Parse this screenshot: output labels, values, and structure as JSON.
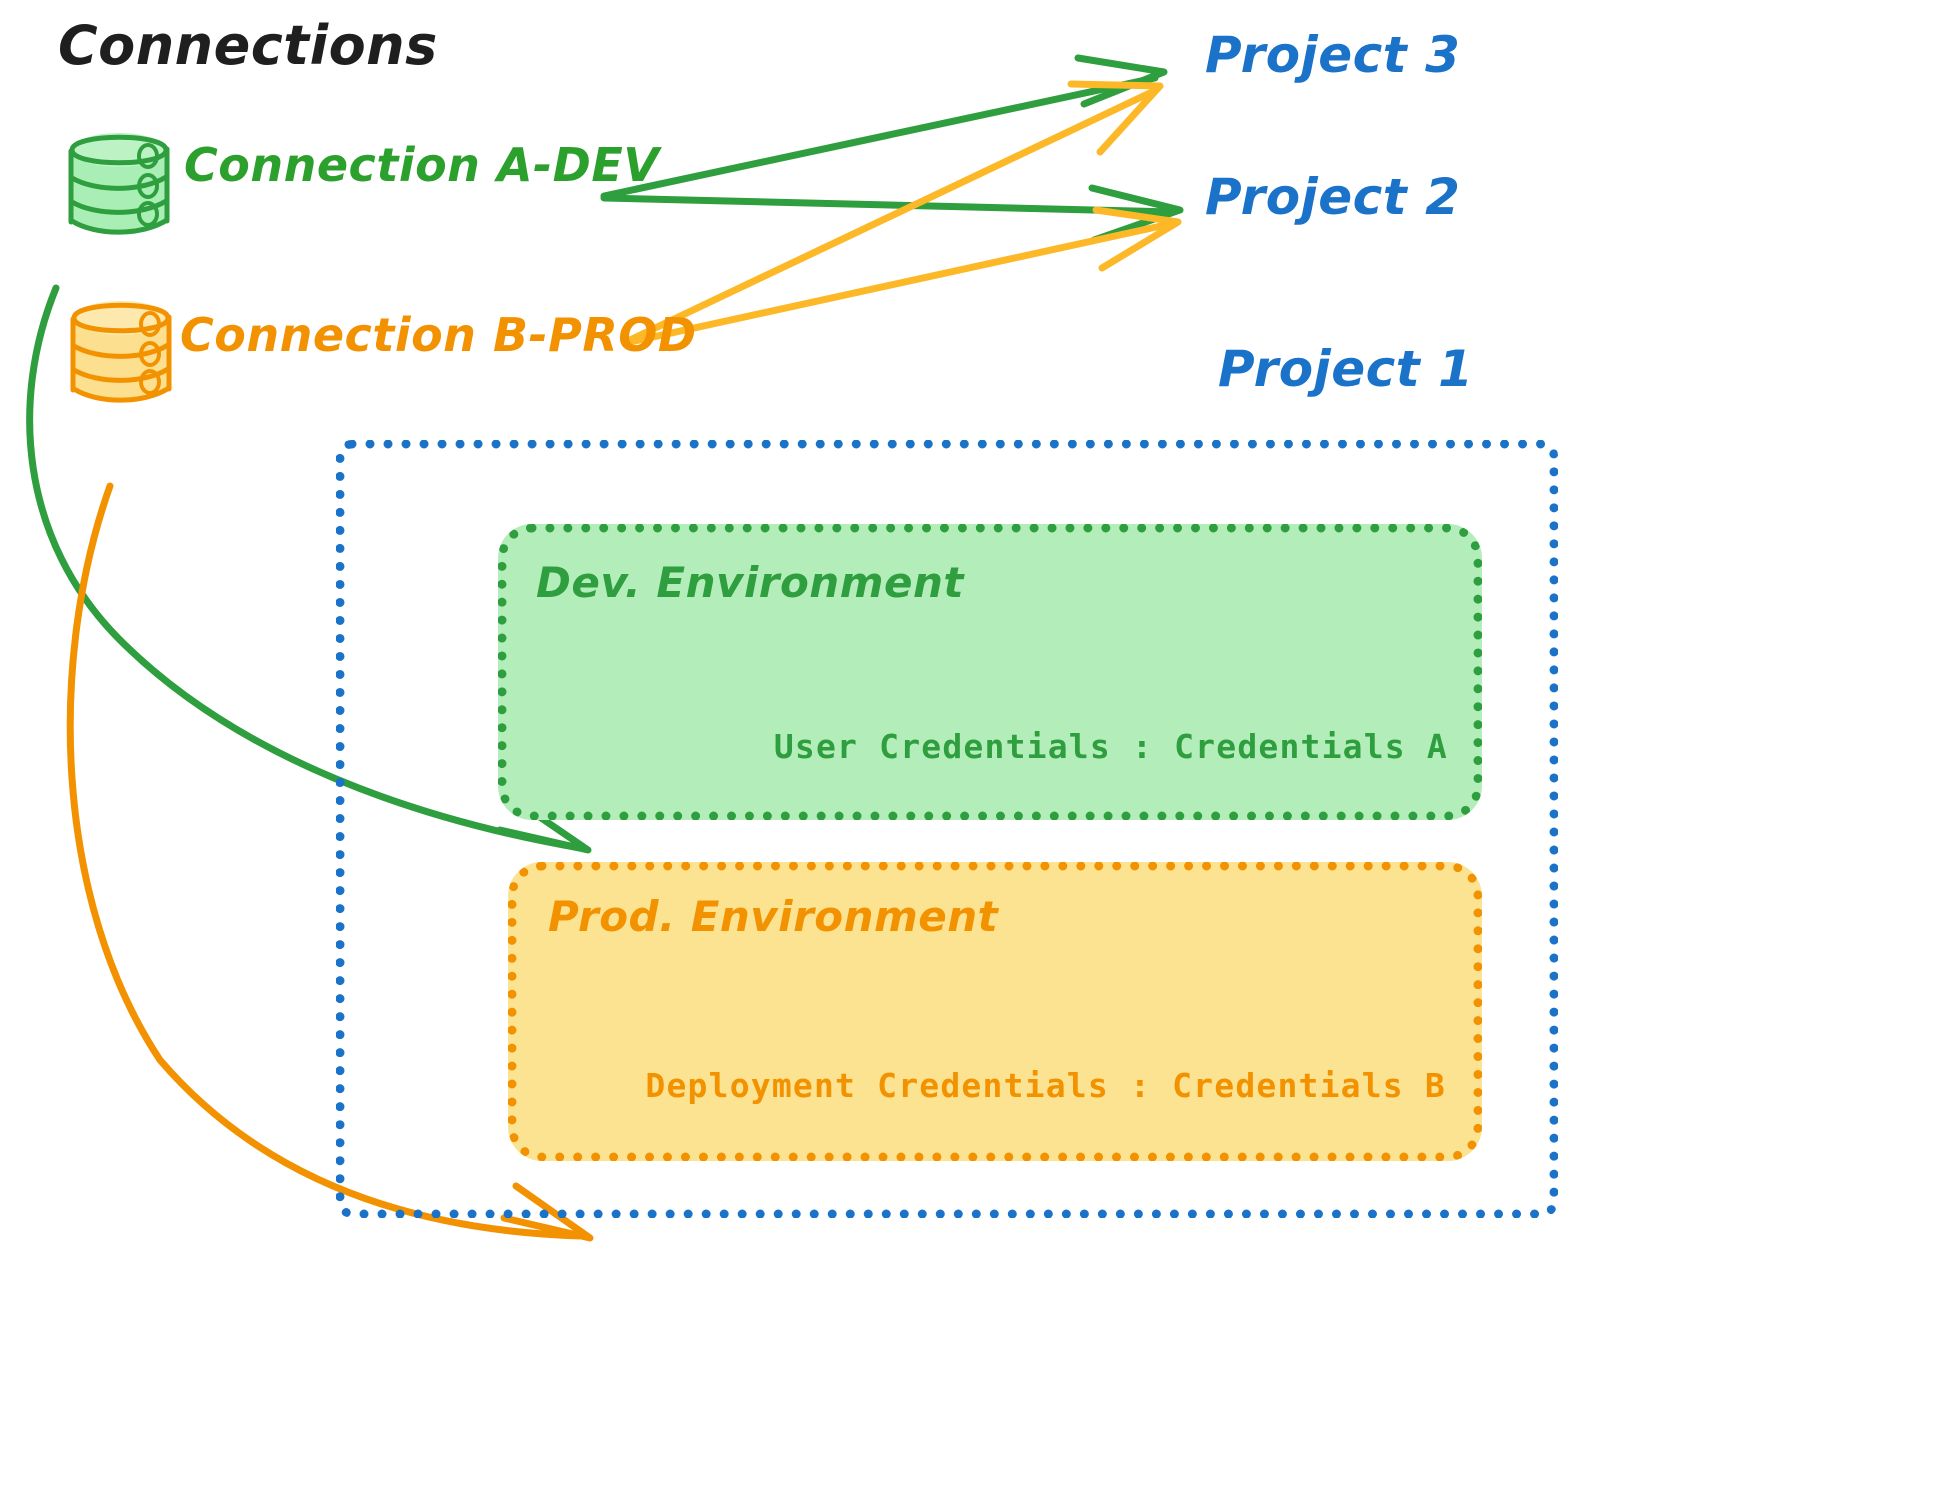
{
  "diagram": {
    "title": "Connections",
    "style": "hand-drawn",
    "colors": {
      "green": "#2e9e3e",
      "green_fill": "#b3eeba",
      "orange": "#f39200",
      "orange_fill": "#fce391",
      "blue": "#1a73c8",
      "text_dark": "#1f1f1f",
      "background": "#ffffff"
    },
    "connections": [
      {
        "id": "connection-a-dev",
        "label": "Connection A-DEV",
        "icon": "database-cylinder-icon",
        "color": "#2e9e3e",
        "targets": [
          "Project 3",
          "Project 2",
          "Dev. Environment"
        ]
      },
      {
        "id": "connection-b-prod",
        "label": "Connection B-PROD",
        "icon": "database-cylinder-icon",
        "color": "#f39200",
        "targets": [
          "Project 3",
          "Project 2",
          "Prod. Environment"
        ]
      }
    ],
    "projects": [
      {
        "id": "project-3",
        "label": "Project 3"
      },
      {
        "id": "project-2",
        "label": "Project 2"
      },
      {
        "id": "project-1",
        "label": "Project 1"
      }
    ],
    "project_1": {
      "label": "Project 1",
      "environments": [
        {
          "id": "dev-environment",
          "title": "Dev. Environment",
          "credentials_label": "User Credentials",
          "credentials_separator": ":",
          "credentials_value": "Credentials A",
          "credentials_line": "User Credentials : Credentials A",
          "color": "#2e9e3e",
          "fill": "#b3eeba"
        },
        {
          "id": "prod-environment",
          "title": "Prod. Environment",
          "credentials_label": "Deployment Credentials",
          "credentials_separator": ":",
          "credentials_value": "Credentials B",
          "credentials_line": "Deployment Credentials : Credentials B",
          "color": "#f39200",
          "fill": "#fce391"
        }
      ]
    }
  }
}
